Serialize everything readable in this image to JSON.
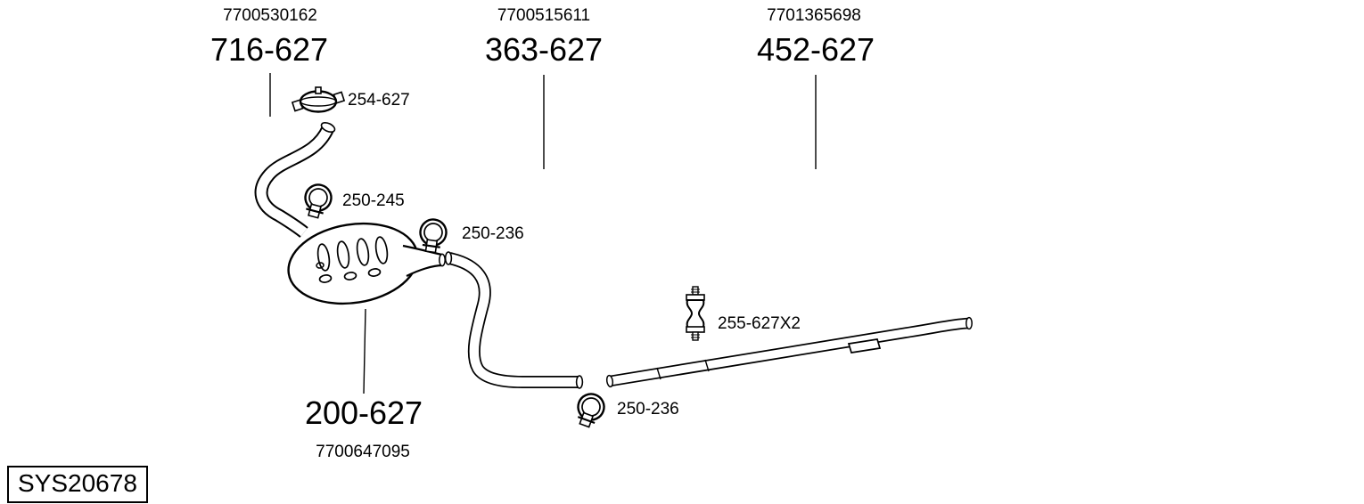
{
  "page": {
    "background": "#ffffff",
    "ink": "#000000",
    "system_code": "SYS20678"
  },
  "assemblies": [
    {
      "name": "front-pipe",
      "oem_ref": "7700530162",
      "part_code": "716-627"
    },
    {
      "name": "center-section",
      "oem_ref": "7700515611",
      "part_code": "363-627"
    },
    {
      "name": "tail-pipe",
      "oem_ref": "7701365698",
      "part_code": "452-627"
    },
    {
      "name": "silencer",
      "oem_ref": "7700647095",
      "part_code": "200-627"
    }
  ],
  "fittings": [
    {
      "name": "band-clamp",
      "part_code": "254-627"
    },
    {
      "name": "ring-clamp-1",
      "part_code": "250-245"
    },
    {
      "name": "ring-clamp-2",
      "part_code": "250-236"
    },
    {
      "name": "rubber-mount",
      "part_code": "255-627X2"
    },
    {
      "name": "ring-clamp-3",
      "part_code": "250-236"
    }
  ]
}
